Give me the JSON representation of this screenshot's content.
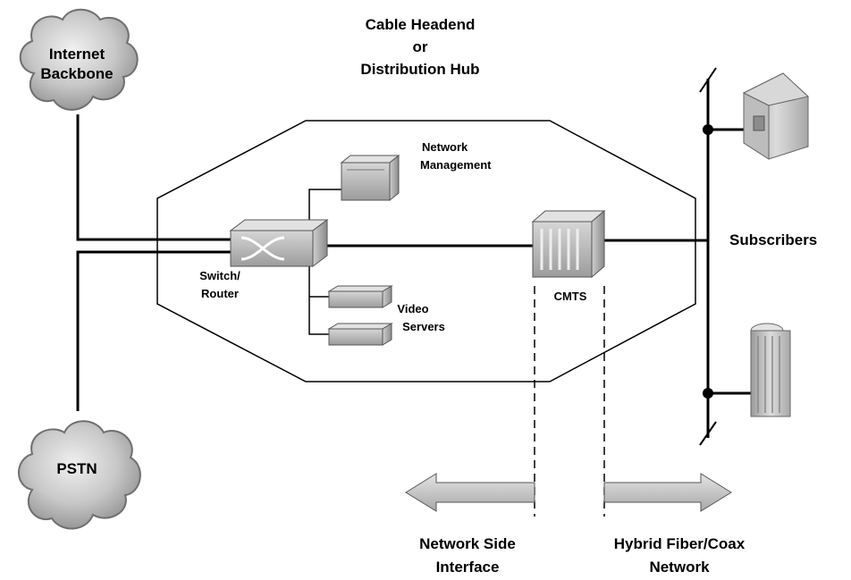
{
  "title": {
    "line1": "Cable Headend",
    "line2": "or",
    "line3": "Distribution Hub"
  },
  "clouds": {
    "internet_line1": "Internet",
    "internet_line2": "Backbone",
    "pstn": "PSTN"
  },
  "devices": {
    "switch_line1": "Switch/",
    "switch_line2": "Router",
    "netmgmt_line1": "Network",
    "netmgmt_line2": "Management",
    "video_line1": "Video",
    "video_line2": "Servers",
    "cmts": "CMTS"
  },
  "subscribers": {
    "label": "Subscribers"
  },
  "interfaces": {
    "network_side_line1": "Network Side",
    "network_side_line2": "Interface",
    "hfc_line1": "Hybrid Fiber/Coax",
    "hfc_line2": "Network"
  },
  "colors": {
    "line": "#000000",
    "cloud_fill": "#c8c8c8",
    "device_fill": "#bdbdbd",
    "arrow_fill": "#c4c4c4"
  }
}
